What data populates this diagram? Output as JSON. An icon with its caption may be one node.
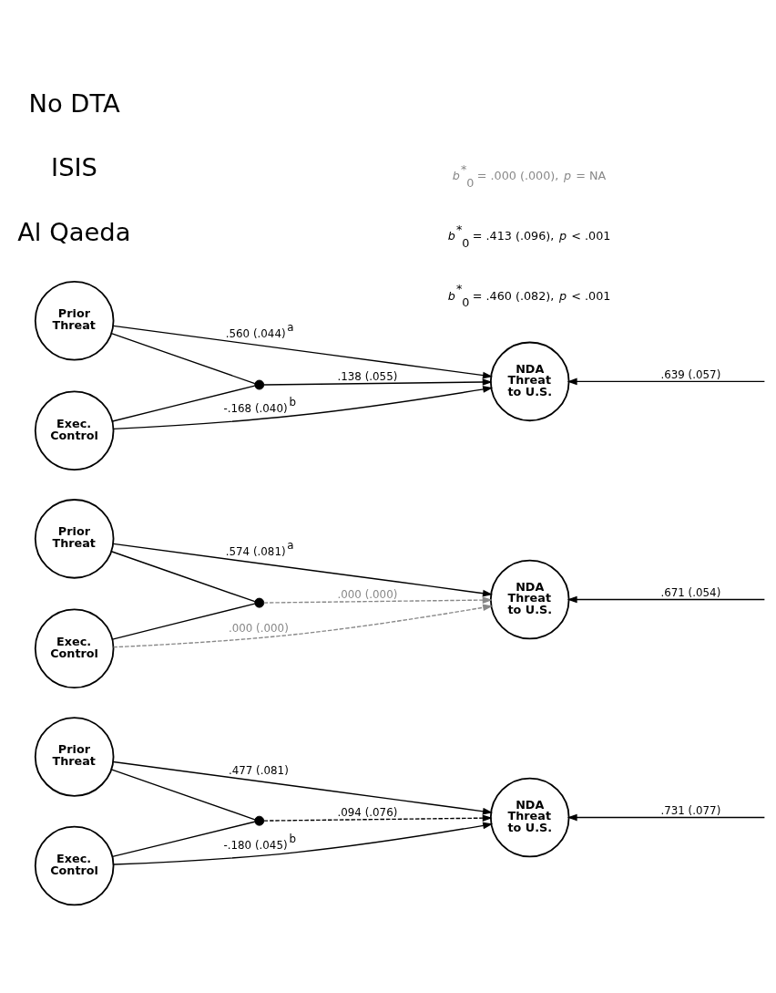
{
  "diagram": {
    "nodes": [
      {
        "text": [
          "Prior Threat"
        ]
      },
      {
        "text": [
          "Exec. Control"
        ]
      },
      {
        "text": [],
        "shape": "circle"
      },
      {
        "text": [
          "NDA Threat to U.S."
        ]
      },
      {
        "text": [
          "Prior Threat"
        ]
      },
      {
        "text": [
          "Exec. Control"
        ]
      },
      {
        "text": [],
        "shape": "circle"
      },
      {
        "text": [
          "NDA Threat to U.S."
        ]
      },
      {
        "text": [
          "Prior Threat"
        ]
      },
      {
        "text": [
          "Exec. Control"
        ]
      },
      {
        "text": [],
        "shape": "circle"
      },
      {
        "text": [
          "NDA Threat to U.S."
        ]
      }
    ],
    "edges": [
      {
        "from": 0,
        "to": 2,
        "arrow": "none"
      },
      {
        "from": 1,
        "to": 2,
        "arrow": "none"
      },
      {
        "from": 0,
        "to": 3,
        "arrow": "to",
        "label": ".560 (.044)$^{a}$"
      },
      {
        "from": 2,
        "to": 3,
        "arrow": "to",
        "label": ".138 (.055)"
      },
      {
        "from": 1,
        "to": 3,
        "arrow": "to",
        "label": "-.168 (.040)$^{b}$"
      },
      {
        "from": null,
        "to": 3,
        "arrow": "to",
        "label": ".639 (.057)"
      },
      {
        "from": 4,
        "to": 6,
        "arrow": "none"
      },
      {
        "from": 5,
        "to": 6,
        "arrow": "none"
      },
      {
        "from": 4,
        "to": 7,
        "arrow": "to",
        "label": ".574 (.081)$^{a}$"
      },
      {
        "from": 6,
        "to": 7,
        "arrow": "to",
        "label": ".000 (.000)",
        "style": "dashed",
        "color": "#888888"
      },
      {
        "from": 5,
        "to": 7,
        "arrow": "to",
        "label": ".000 (.000)",
        "style": "dashed",
        "color": "#888888"
      },
      {
        "from": null,
        "to": 7,
        "arrow": "to",
        "label": ".671 (.054)"
      },
      {
        "from": 8,
        "to": 10,
        "arrow": "none"
      },
      {
        "from": 9,
        "to": 10,
        "arrow": "none"
      },
      {
        "from": 8,
        "to": 11,
        "arrow": "to",
        "label": ".477 (.081)"
      },
      {
        "from": 10,
        "to": 11,
        "arrow": "to",
        "label": ".094 (.076)",
        "style": "dashed"
      },
      {
        "from": 9,
        "to": 11,
        "arrow": "to",
        "label": "-.180 (.045)$^{b}$"
      },
      {
        "from": null,
        "to": 11,
        "arrow": "to",
        "label": ".731 (.077)"
      }
    ],
    "labels": [
      "Al Qaeda",
      "*b*$^{*}$$_{0}$ = .460 (.082), *p* < .001",
      "ISIS",
      "*b*$^{*}$$_{0}$ = .413 (.096), *p* < .001",
      "No DTA",
      "*b*$^{*}$$_{0}$ = .000 (.000), *p* = NA"
    ]
  }
}
